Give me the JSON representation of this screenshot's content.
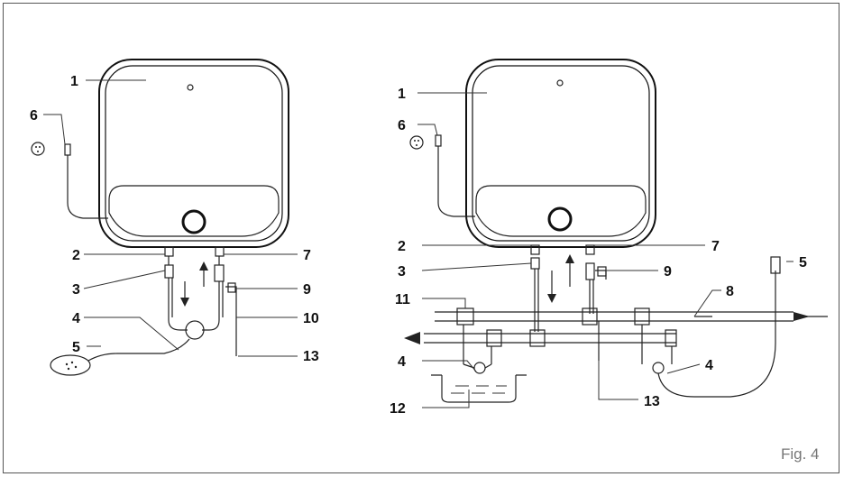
{
  "figure_label": "Fig. 4",
  "left_labels": [
    "1",
    "6",
    "2",
    "7",
    "3",
    "9",
    "4",
    "10",
    "5",
    "13"
  ],
  "right_labels": [
    "1",
    "6",
    "2",
    "7",
    "3",
    "9",
    "5",
    "11",
    "8",
    "4",
    "4",
    "12",
    "13"
  ]
}
